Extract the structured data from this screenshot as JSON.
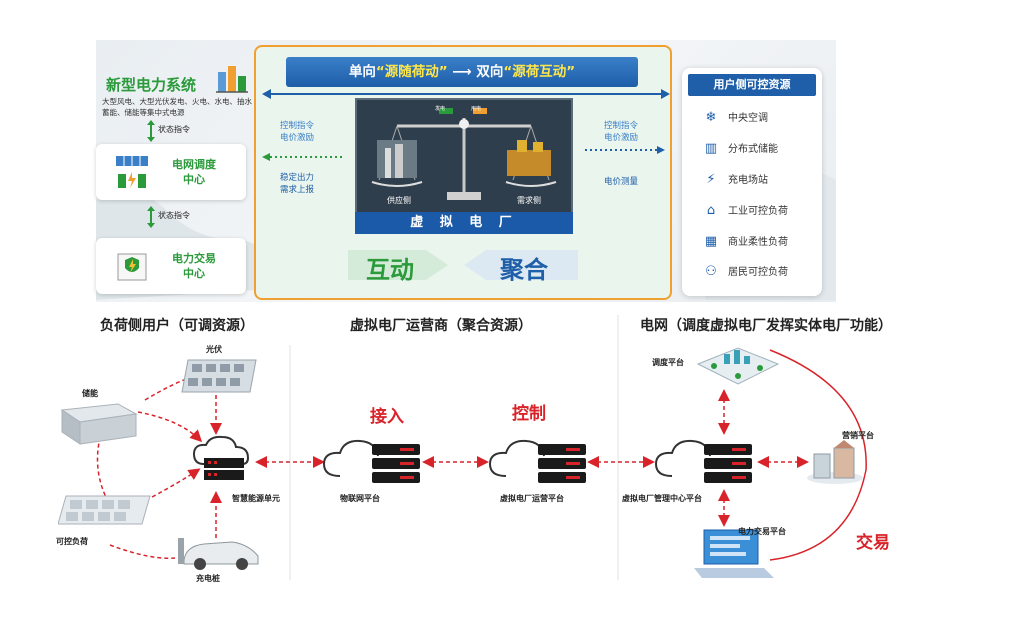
{
  "top": {
    "left": {
      "title": "新型电力系统",
      "description": "大型风电、大型光伏发电、火电、水电、抽水蓄能、储能等集中式电源",
      "status_cmd_1": "状态指令",
      "status_cmd_2": "状态指令",
      "dispatch_center": "电网调度\n中心",
      "trading_center": "电力交易\n中心"
    },
    "center": {
      "banner_part1": "单向",
      "banner_q1": "“源随荷动”",
      "banner_part2": "双向",
      "banner_q2": "“源荷互动”",
      "left_top_text": "控制指令\n电价激励",
      "left_bottom_text": "稳定出力\n需求上报",
      "right_top_text": "控制指令\n电价激励",
      "right_bottom_text": "电价测量",
      "supply_side": "供应侧",
      "demand_side": "需求侧",
      "scale_left_tag": "发电",
      "scale_right_tag": "用电",
      "vpp_label": "虚 拟 电 厂",
      "interact": "互动",
      "aggregate": "聚合"
    },
    "right": {
      "title": "用户侧可控资源",
      "items": [
        {
          "label": "中央空调",
          "icon": "snowflake-icon"
        },
        {
          "label": "分布式储能",
          "icon": "battery-storage-icon"
        },
        {
          "label": "充电场站",
          "icon": "charging-station-icon"
        },
        {
          "label": "工业可控负荷",
          "icon": "factory-icon"
        },
        {
          "label": "商业柔性负荷",
          "icon": "building-icon"
        },
        {
          "label": "居民可控负荷",
          "icon": "residents-icon"
        }
      ]
    }
  },
  "bottom": {
    "section_load": "负荷侧用户（可调资源）",
    "section_operator": "虚拟电厂运营商（聚合资源）",
    "section_grid": "电网（调度虚拟电厂发挥实体电厂功能）",
    "pv": "光伏",
    "storage": "储能",
    "controllable_load": "可控负荷",
    "charging_pile": "充电桩",
    "smart_energy_unit": "智慧能源单元",
    "iot_platform": "物联网平台",
    "vpp_operator_platform": "虚拟电厂运营平台",
    "vpp_mgmt_center": "虚拟电厂管理中心平台",
    "dispatch_platform": "调度平台",
    "marketing_platform": "营销平台",
    "trading_platform": "电力交易平台",
    "access": "接入",
    "control": "控制",
    "trade": "交易"
  },
  "colors": {
    "green": "#2a9a3a",
    "blue": "#1f5ea8",
    "red": "#d9232a",
    "orange_border": "#f0a030"
  }
}
